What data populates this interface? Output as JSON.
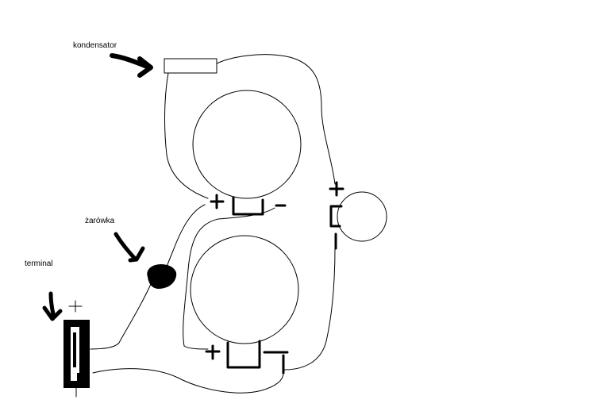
{
  "labels": {
    "capacitor": "kondensator",
    "bulb": "żarówka",
    "terminal": "terminal"
  },
  "colors": {
    "ink": "#000000",
    "paper": "#ffffff"
  }
}
